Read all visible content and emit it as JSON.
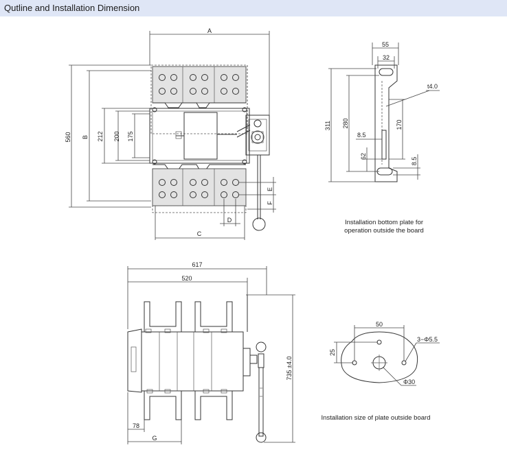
{
  "header": {
    "title": "Qutline and Installation Dimension"
  },
  "front_view": {
    "labels": {
      "A": "A",
      "B": "B",
      "C": "C",
      "D": "D",
      "E": "E",
      "F": "F"
    },
    "heights": {
      "h560": "560",
      "h212": "212",
      "h200": "200",
      "h175": "175"
    }
  },
  "bottom_plate": {
    "dims": {
      "w55": "55",
      "w32": "32",
      "t": "t4.0",
      "h311": "311",
      "h280": "280",
      "h170": "170",
      "d8_5a": "8.5",
      "h62": "62",
      "d8_5b": "8.5"
    },
    "caption_line1": "Installation bottom plate for",
    "caption_line2": "operation outside the board"
  },
  "side_view": {
    "dims": {
      "w617": "617",
      "w520": "520",
      "h735": "735 ±4.0",
      "w78": "78",
      "G": "G"
    }
  },
  "outside_plate": {
    "dims": {
      "w50": "50",
      "h25": "25",
      "holes": "3−Φ5.5",
      "center": "Φ30"
    },
    "caption": "Installation size of plate outside board"
  }
}
